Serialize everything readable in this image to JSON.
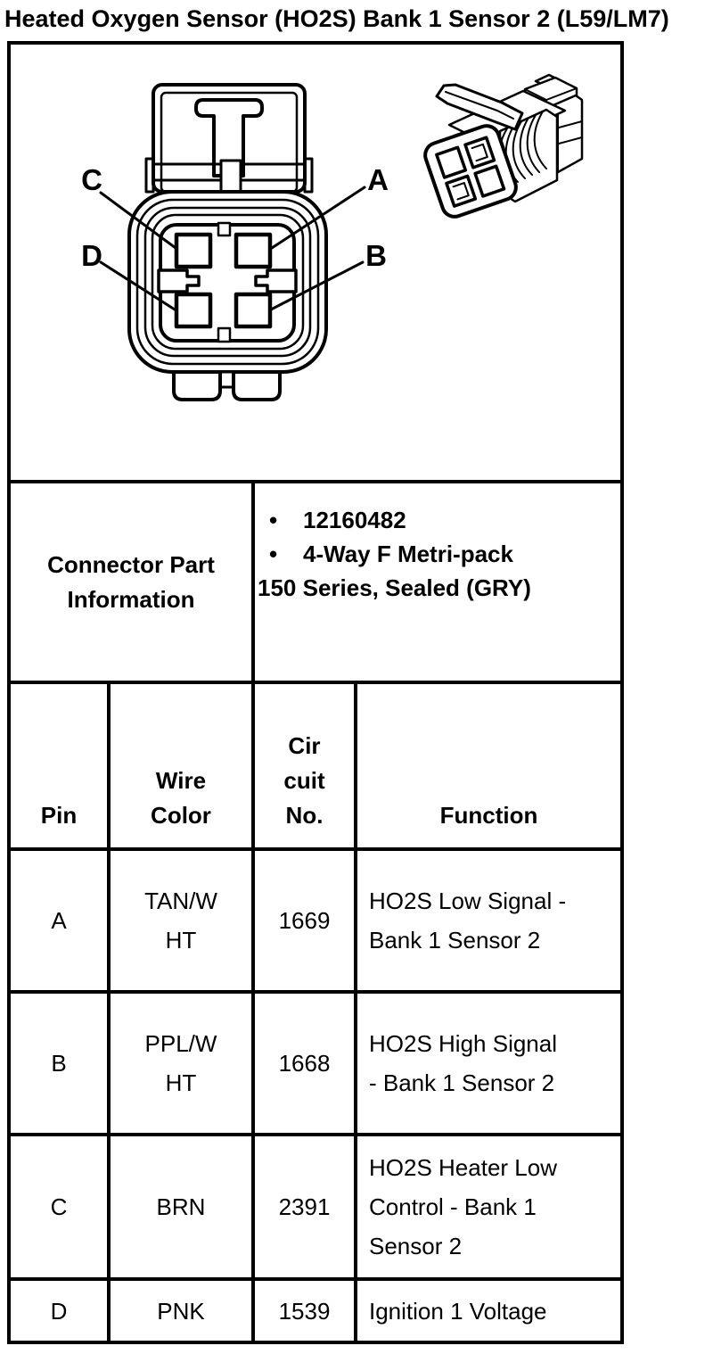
{
  "page": {
    "title": "Heated Oxygen Sensor (HO2S) Bank 1 Sensor 2 (L59/LM7)"
  },
  "colors": {
    "ink": "#000000",
    "paper": "#ffffff"
  },
  "diagram": {
    "pin_labels": {
      "a": "A",
      "b": "B",
      "c": "C",
      "d": "D"
    }
  },
  "part_info": {
    "label": "Connector Part\nInformation",
    "bullet_items": [
      "12160482",
      "4-Way F Metri-pack"
    ],
    "continuation": "150 Series, Sealed (GRY)"
  },
  "table": {
    "headers": {
      "pin": "Pin",
      "wire_color": "Wire\nColor",
      "circuit_no": "Cir\ncuit\nNo.",
      "function": "Function"
    },
    "rows": [
      {
        "pin": "A",
        "wire_color": "TAN/W\nHT",
        "circuit_no": "1669",
        "function": "HO2S Low Signal -\nBank 1 Sensor 2"
      },
      {
        "pin": "B",
        "wire_color": "PPL/W\nHT",
        "circuit_no": "1668",
        "function": "HO2S High Signal\n- Bank 1 Sensor 2"
      },
      {
        "pin": "C",
        "wire_color": "BRN",
        "circuit_no": "2391",
        "function": "HO2S Heater Low\nControl - Bank 1\nSensor 2"
      },
      {
        "pin": "D",
        "wire_color": "PNK",
        "circuit_no": "1539",
        "function": "Ignition 1 Voltage"
      }
    ]
  }
}
